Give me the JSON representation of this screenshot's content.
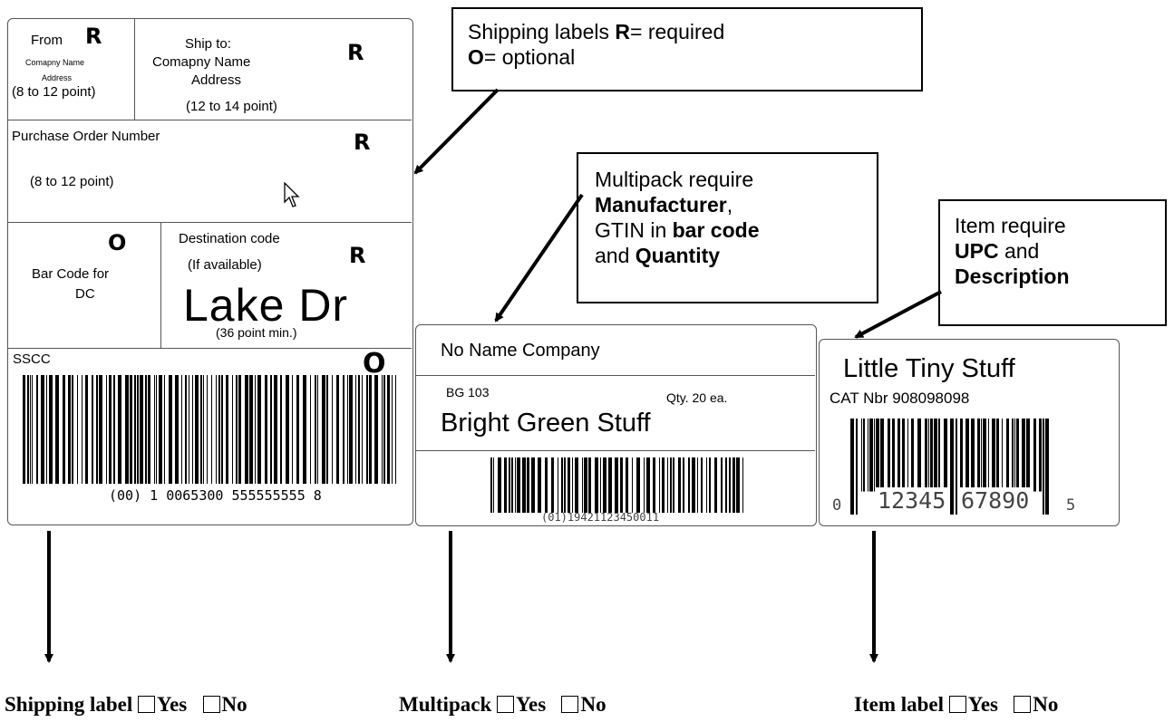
{
  "shipping_label": {
    "from": {
      "heading": "From",
      "company": "Comapny Name",
      "address": "Address",
      "size": "(8 to 12 point)",
      "flag": "R"
    },
    "ship_to": {
      "heading": "Ship to:",
      "company": "Comapny Name",
      "address": "Address",
      "size": "(12 to 14 point)",
      "flag": "R"
    },
    "purchase_order": {
      "heading": "Purchase Order Number",
      "size": "(8 to 12 point)",
      "flag": "R"
    },
    "barcode_dc": {
      "line1": "Bar Code for",
      "line2": "DC",
      "flag": "O"
    },
    "destination": {
      "heading": "Destination code",
      "note": "(If available)",
      "value": "Lake Dr",
      "size": "(36 point min.)",
      "flag": "R"
    },
    "sscc": {
      "heading": "SSCC",
      "flag": "O",
      "barcode_text": "(00) 1 0065300 555555555 8"
    }
  },
  "multipack_label": {
    "company": "No Name Company",
    "code": "BG 103",
    "qty": "Qty. 20 ea.",
    "description": "Bright Green Stuff",
    "barcode_text": "(01)19421123450011"
  },
  "item_label": {
    "description": "Little Tiny Stuff",
    "cat": "CAT Nbr 908098098",
    "upc_left": "0",
    "upc_mid1": "12345",
    "upc_mid2": "67890",
    "upc_right": "5"
  },
  "callouts": {
    "shipping": {
      "line1_pre": "Shipping labels ",
      "line1_bold": "R",
      "line1_post": "= required",
      "line2_bold": "O",
      "line2_post": "= optional"
    },
    "multipack": {
      "l1": "Multipack require",
      "l2_bold": "Manufacturer",
      "l2_post": ",",
      "l3_pre": "GTIN in ",
      "l3_bold": "bar code",
      "l4_pre": "and ",
      "l4_bold": "Quantity"
    },
    "item": {
      "l1": "Item require",
      "l2_bold": "UPC",
      "l2_post": " and",
      "l3_bold": "Description"
    }
  },
  "checkboxes": {
    "shipping": {
      "label": "Shipping label",
      "yes": "Yes",
      "no": "No"
    },
    "multipack": {
      "label": "Multipack",
      "yes": "Yes",
      "no": "No"
    },
    "item": {
      "label": "Item label",
      "yes": "Yes",
      "no": "No"
    }
  }
}
